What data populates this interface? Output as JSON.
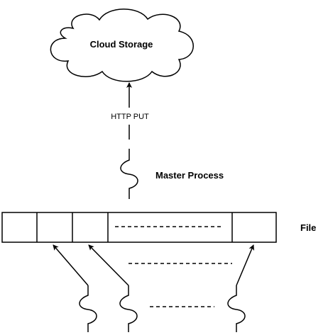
{
  "cloud": {
    "label": "Cloud Storage"
  },
  "upload": {
    "label": "HTTP PUT"
  },
  "master": {
    "label": "Master Process"
  },
  "file": {
    "label": "File"
  },
  "colors": {
    "stroke": "#000000",
    "background": "#ffffff"
  }
}
